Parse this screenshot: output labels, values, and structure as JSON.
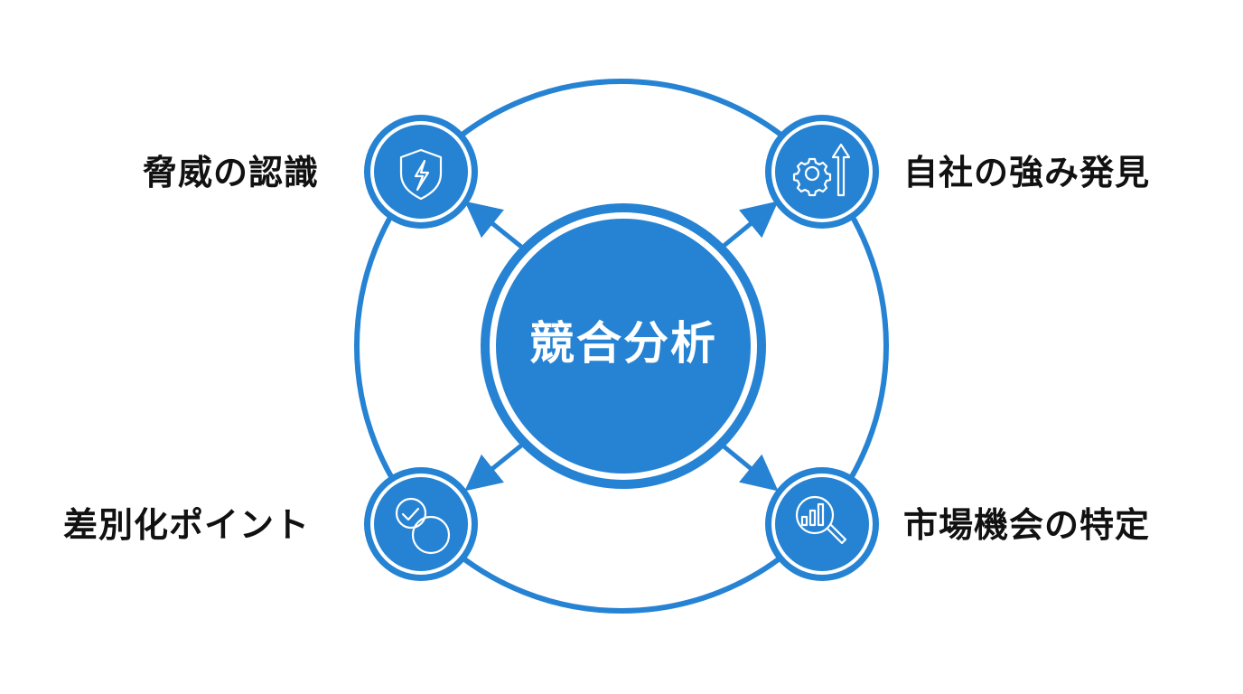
{
  "colors": {
    "primary": "#2683d3",
    "background": "#ffffff",
    "label_text": "#111111",
    "center_text": "#ffffff"
  },
  "center": {
    "title": "競合分析"
  },
  "nodes": [
    {
      "id": "top-left",
      "label": "脅威の認識",
      "icon": "shield-lightning-icon"
    },
    {
      "id": "top-right",
      "label": "自社の強み発見",
      "icon": "gear-arrow-up-icon"
    },
    {
      "id": "bottom-left",
      "label": "差別化ポイント",
      "icon": "overlapping-circles-check-icon"
    },
    {
      "id": "bottom-right",
      "label": "市場機会の特定",
      "icon": "magnifier-bar-chart-icon"
    }
  ]
}
